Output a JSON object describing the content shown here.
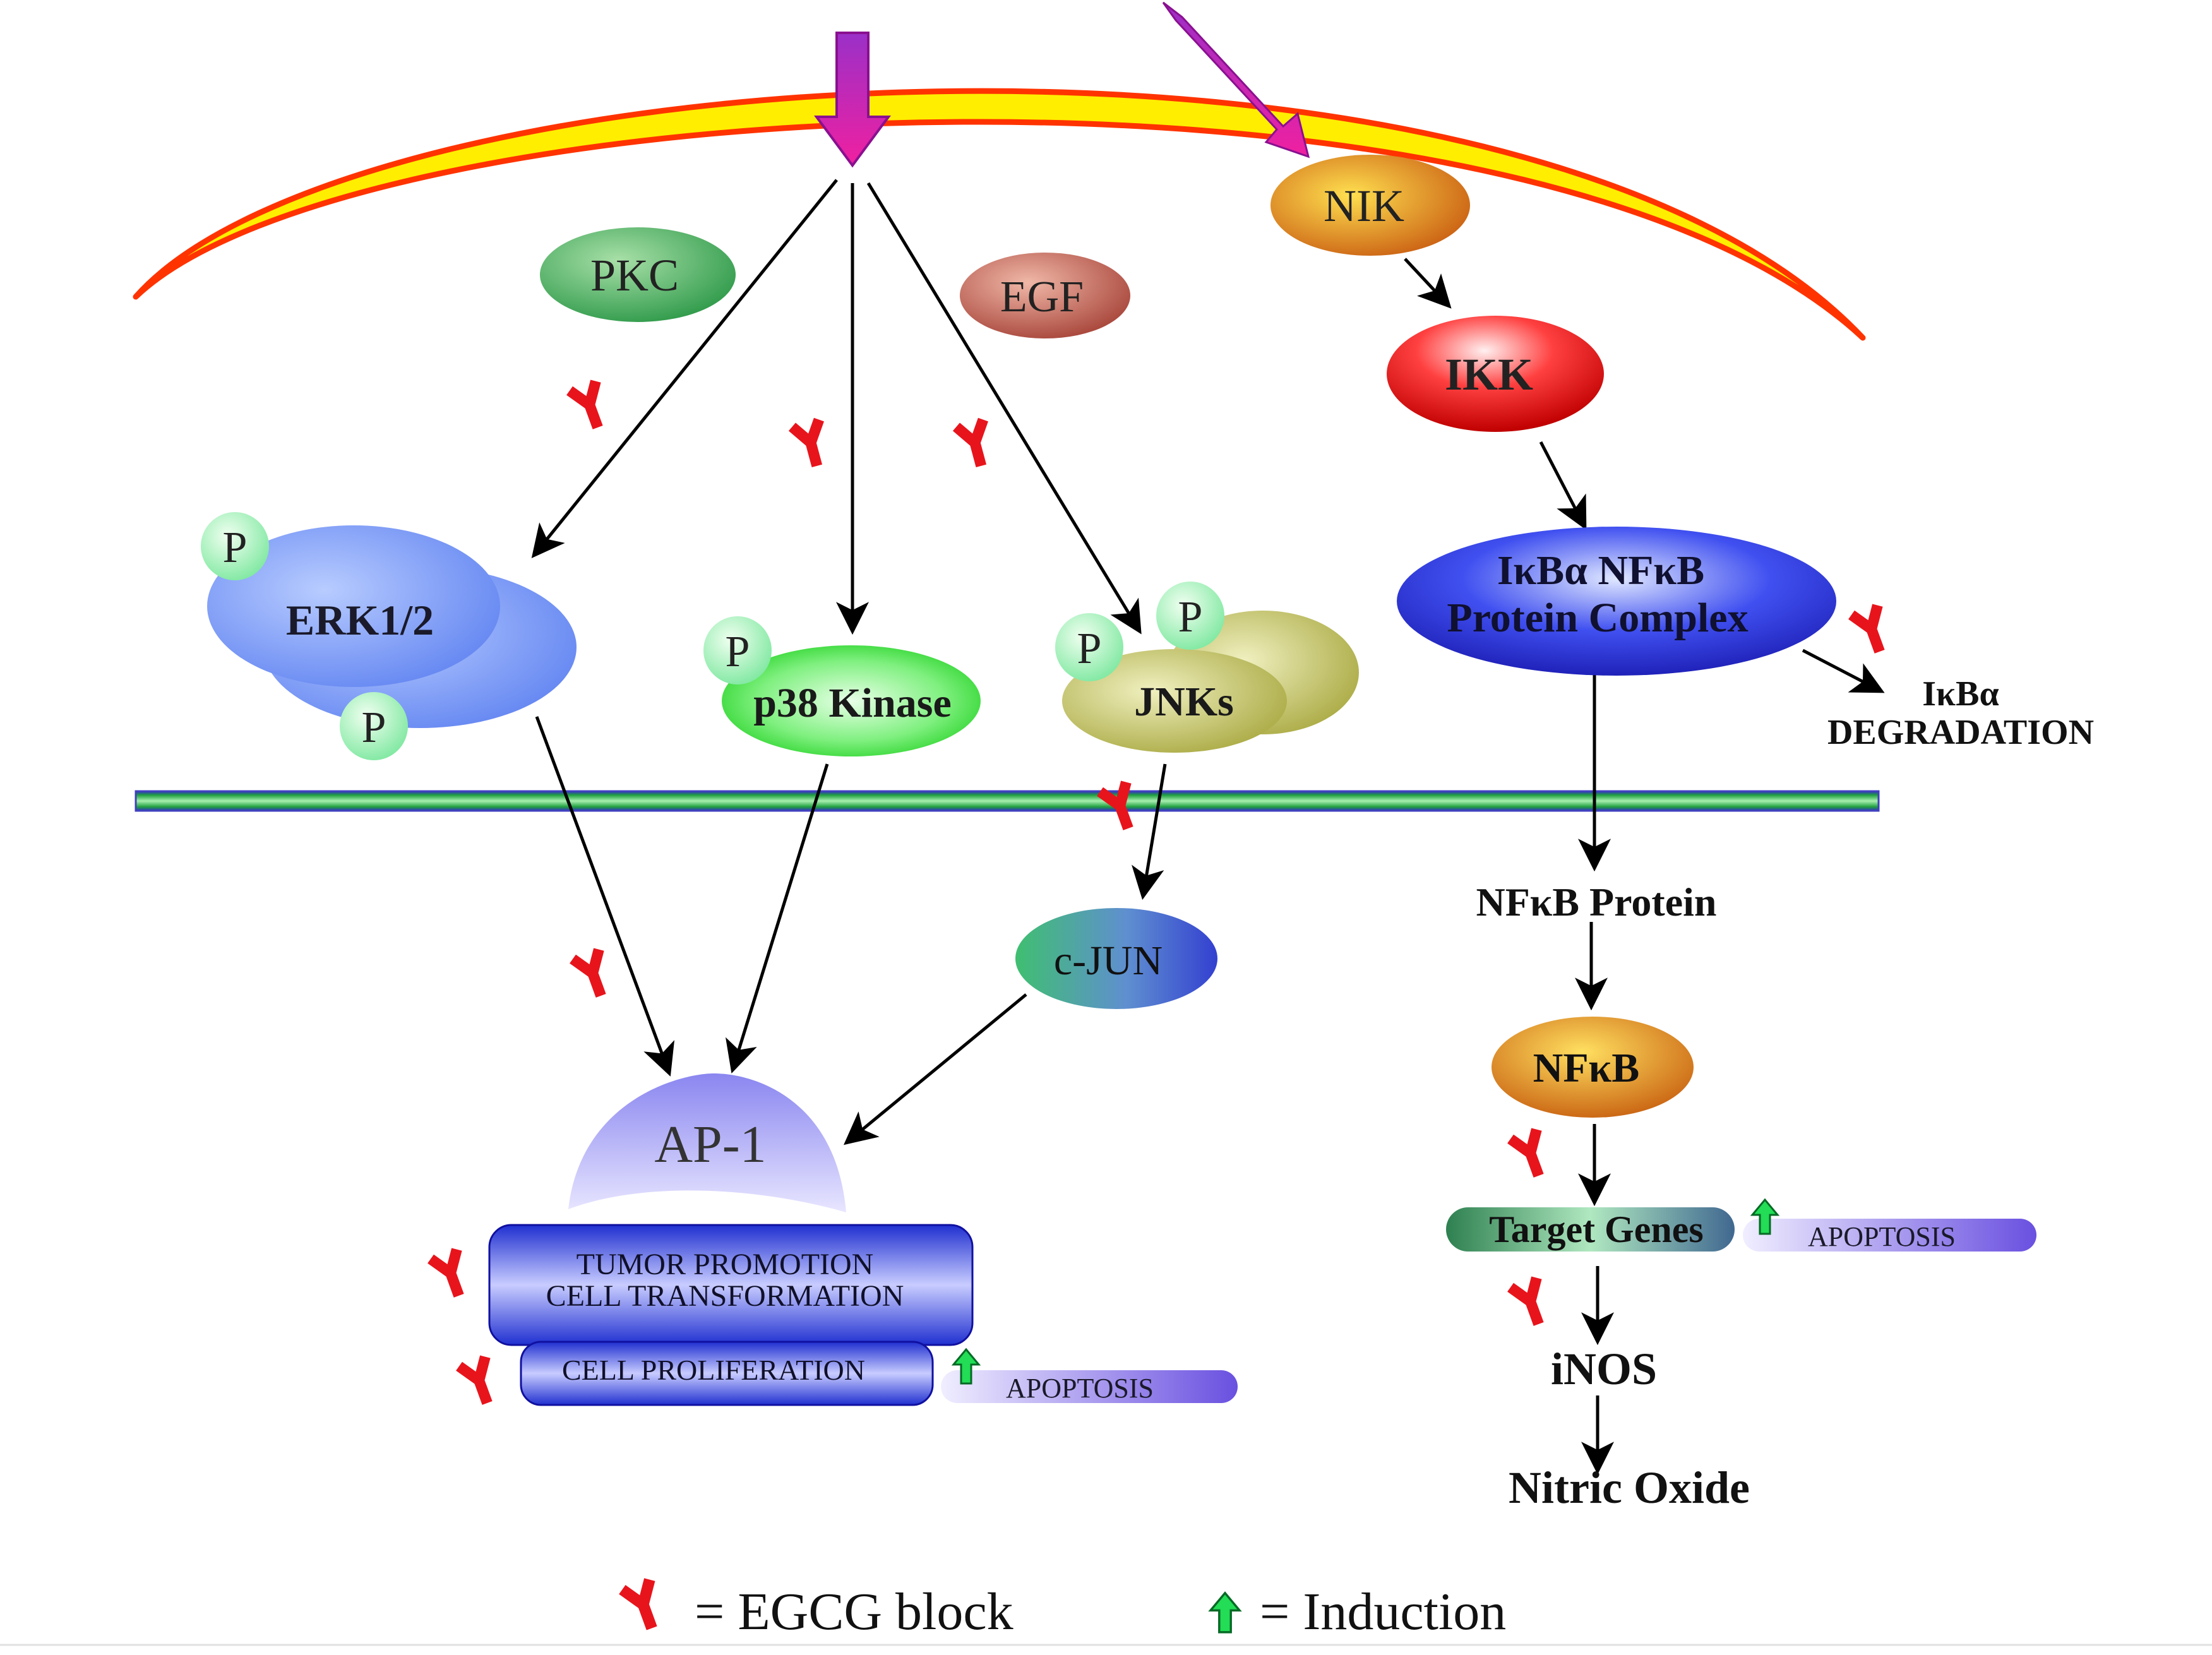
{
  "nodes": {
    "pkc": "PKC",
    "egf": "EGF",
    "nik": "NIK",
    "ikk": "IKK",
    "erk": "ERK1/2",
    "p38": "p38 Kinase",
    "jnks": "JNKs",
    "ikb_complex_line1": "IκBα  NFκB",
    "ikb_complex_line2": "Protein Complex",
    "ikb_degradation_line1": "IκBα",
    "ikb_degradation_line2": "DEGRADATION",
    "phospho": "P",
    "cjun": "c-JUN",
    "nfkb_protein": "NFκB Protein",
    "nfkb": "NFκB",
    "ap1": "AP-1",
    "tumor_line1": "TUMOR PROMOTION",
    "tumor_line2": "CELL TRANSFORMATION",
    "cell_proliferation": "CELL PROLIFERATION",
    "apoptosis": "APOPTOSIS",
    "target_genes": "Target Genes",
    "inos": "iNOS",
    "nitric_oxide": "Nitric Oxide"
  },
  "legend": {
    "block": "= EGCG block",
    "induction": "= Induction"
  },
  "colors": {
    "block_symbol": "#e8141c",
    "induction_arrow": "#22dd55",
    "membrane_fill": "#ffee00",
    "membrane_edge": "#ff3300",
    "nuclear_membrane": "#33cc55",
    "signal_arrow": "#c01cb8"
  }
}
